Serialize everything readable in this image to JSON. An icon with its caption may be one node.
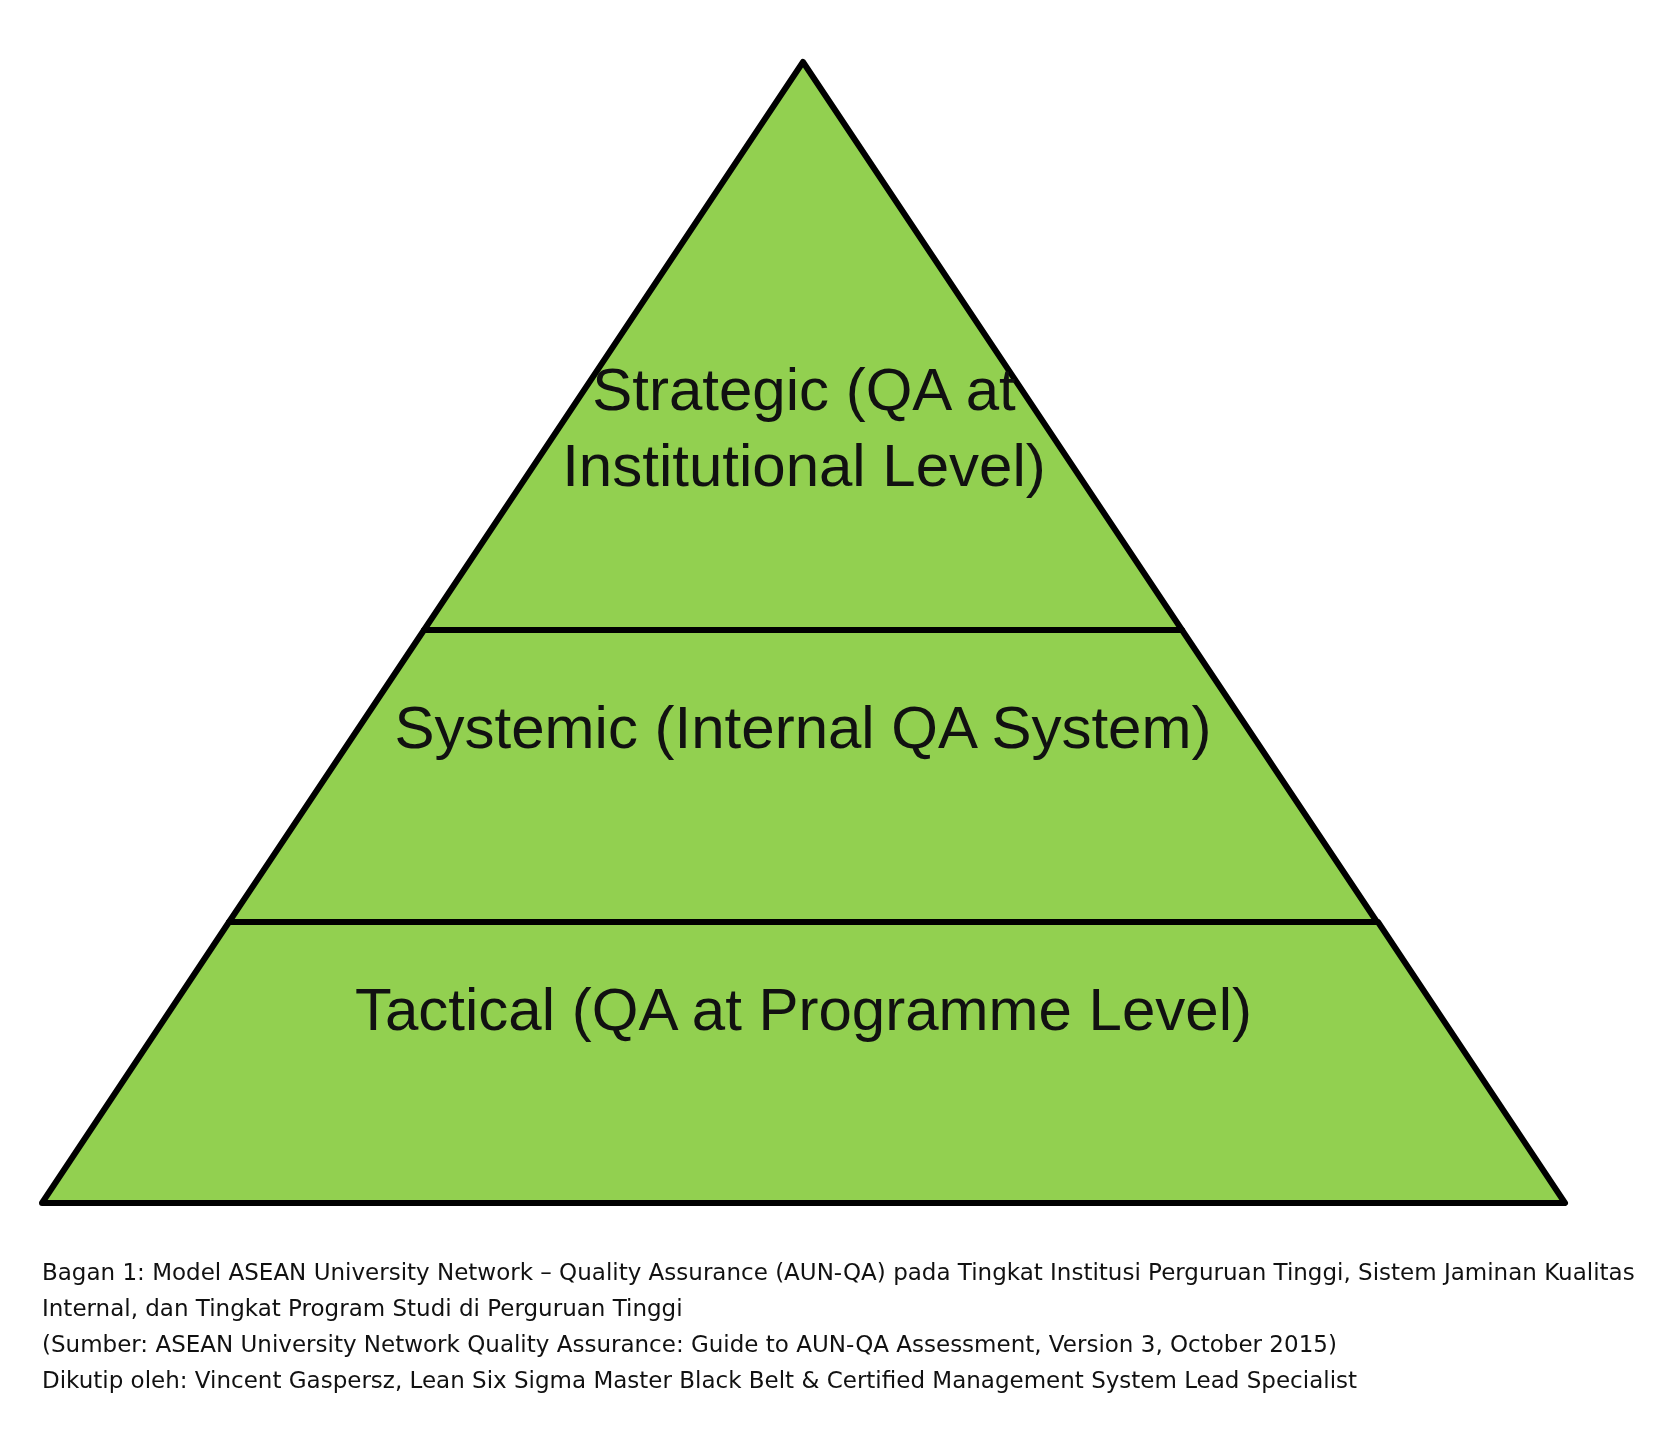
{
  "diagram": {
    "caption": "Bagan 1: Model ASEAN University Network – Quality Assurance (AUN-QA) pada Tingkat Institusi Perguruan Tinggi, Sistem Jaminan Kualitas Internal, dan Tingkat Program Studi di Perguruan Tinggi",
    "nodes": [
      {
        "text": [
          "Strategic (QA at Institutional Level)"
        ]
      },
      {
        "text": [
          "Systemic (Internal QA System)"
        ]
      },
      {
        "text": [
          "Tactical (QA at Programme Level)"
        ]
      }
    ],
    "labels": [
      "(Sumber:  ASEAN University Network Quality Assurance: Guide to AUN-QA Assessment, Version 3, October 2015)",
      "Dikutip oleh: Vincent Gaspersz, Lean Six Sigma Master Black Belt & Certified Management System Lead Specialist"
    ]
  }
}
